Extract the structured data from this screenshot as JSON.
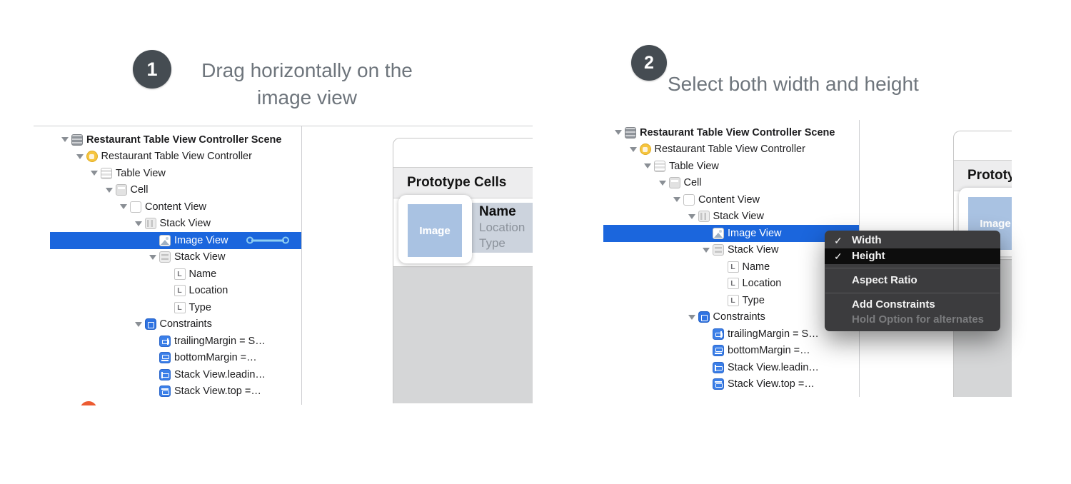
{
  "steps": [
    {
      "number": "1",
      "line1": "Drag horizontally on the",
      "line2": "image view"
    },
    {
      "number": "2",
      "title": "Select both width and height"
    }
  ],
  "outline": {
    "items": [
      {
        "label": "Restaurant Table View Controller Scene",
        "icon": "scene",
        "level": 0,
        "disclosure": true,
        "bold": true
      },
      {
        "label": "Restaurant Table View Controller",
        "icon": "vc",
        "level": 1,
        "disclosure": true
      },
      {
        "label": "Table View",
        "icon": "tableview",
        "level": 2,
        "disclosure": true
      },
      {
        "label": "Cell",
        "icon": "cell",
        "level": 3,
        "disclosure": true
      },
      {
        "label": "Content View",
        "icon": "contentview",
        "level": 4,
        "disclosure": true
      },
      {
        "label": "Stack View",
        "icon": "stackh",
        "level": 5,
        "disclosure": true
      },
      {
        "label": "Image View",
        "icon": "imageview",
        "level": 6,
        "selected": true,
        "drag": true
      },
      {
        "label": "Stack View",
        "icon": "stackv",
        "level": 6,
        "disclosure": true
      },
      {
        "label": "Name",
        "icon": "label",
        "level": 7
      },
      {
        "label": "Location",
        "icon": "label",
        "level": 7
      },
      {
        "label": "Type",
        "icon": "label",
        "level": 7
      },
      {
        "label": "Constraints",
        "icon": "constraints",
        "level": 5,
        "disclosure": true
      },
      {
        "label": "trailingMargin = S…",
        "icon": "constraint c-trailing",
        "level": 6
      },
      {
        "label": "bottomMargin =…",
        "icon": "constraint c-bottom",
        "level": 6
      },
      {
        "label": "Stack View.leadin…",
        "icon": "constraint c-leading",
        "level": 6
      },
      {
        "label": "Stack View.top =…",
        "icon": "constraint c-top",
        "level": 6
      }
    ],
    "label_icon_letter": "L"
  },
  "canvas": {
    "header": "Prototype Cells",
    "image_placeholder": "Image",
    "name_label": "Name",
    "location_label": "Location",
    "type_label": "Type"
  },
  "menu": {
    "checkmark": "✓",
    "items": [
      {
        "label": "Width",
        "checked": true
      },
      {
        "label": "Height",
        "checked": true,
        "highlighted": true
      },
      {
        "separator": true
      },
      {
        "label": "Aspect Ratio",
        "tall": true
      },
      {
        "separator": true
      },
      {
        "label": "Add Constraints",
        "subtitle": "Hold Option for alternates"
      }
    ]
  },
  "colors": {
    "selection_blue": "#1b66dd",
    "menu_background": "#3c3c3e",
    "menu_highlight": "#0d0d0d",
    "image_placeholder_blue": "#a9c2e2",
    "step_circle": "#454c52",
    "next_step_orange": "#ec5b31"
  }
}
